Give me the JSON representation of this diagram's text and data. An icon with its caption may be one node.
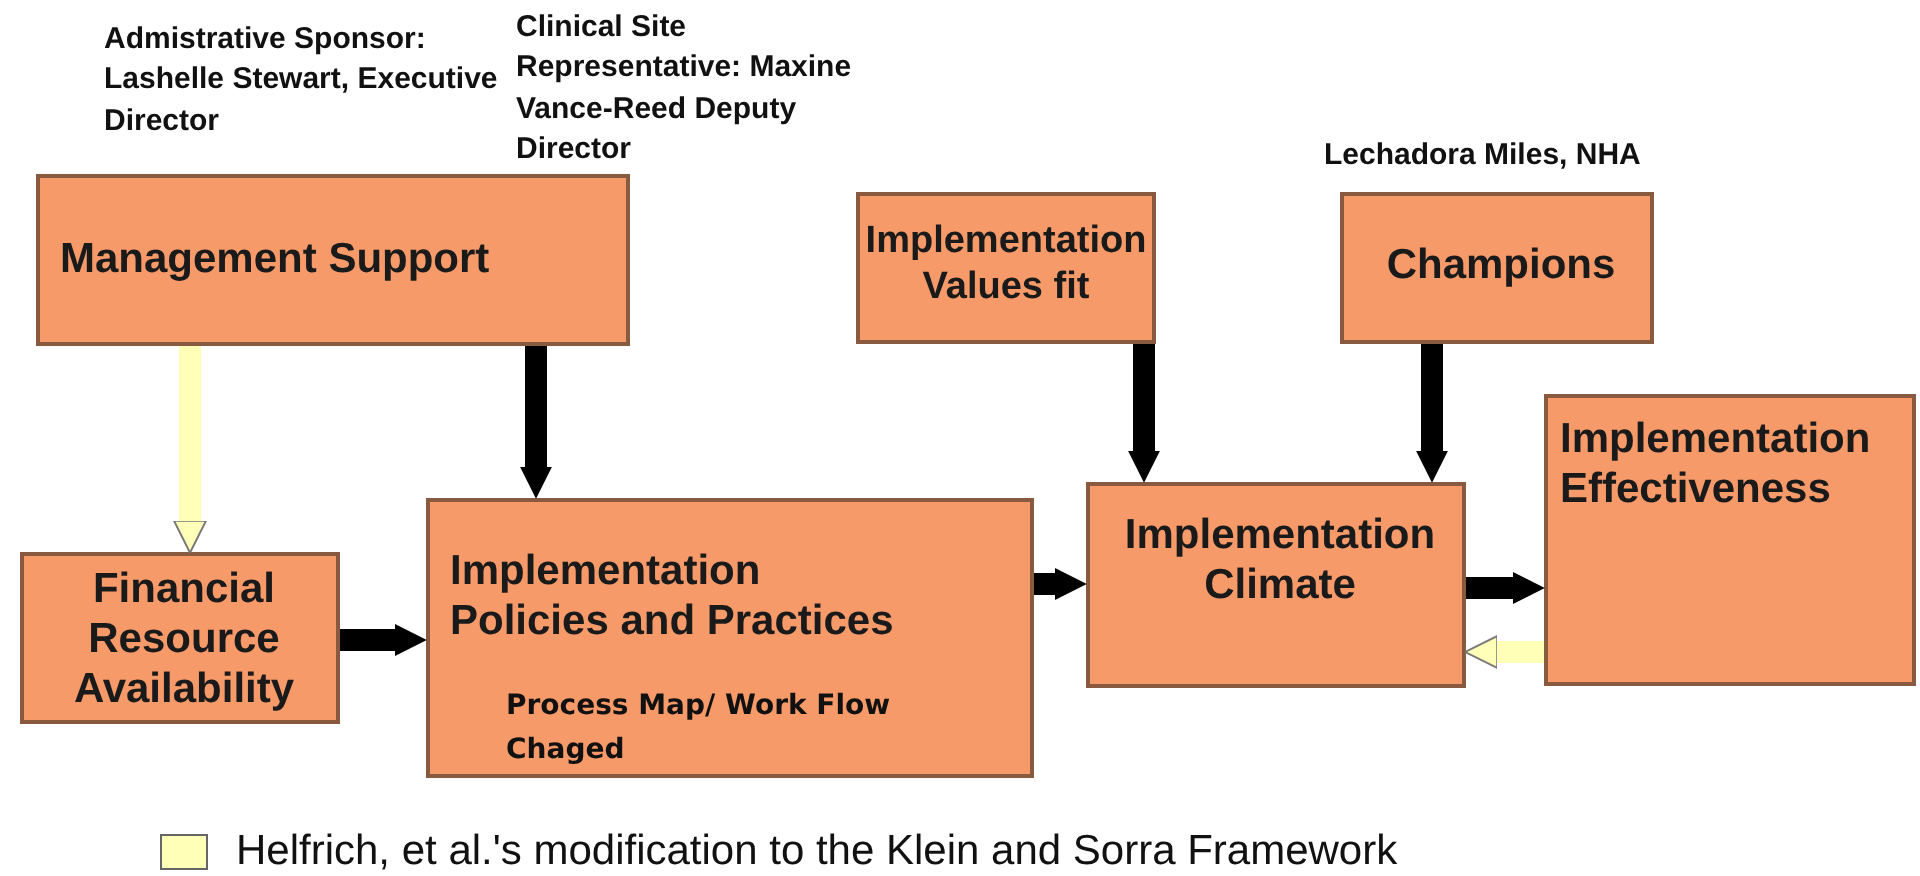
{
  "diagram": {
    "nodes": [
      {
        "text": [
          "Management Support"
        ],
        "beside": [
          "Admistrative Sponsor: Lashelle Stewart, Executive Director",
          "Clinical Site Representative: Maxine Vance-Reed Deputy Director"
        ]
      },
      {
        "text": [
          "Implementation Values fit"
        ]
      },
      {
        "text": [
          "Champions"
        ],
        "beside": [
          "Lechadora Miles, NHA"
        ]
      },
      {
        "text": [
          "Implementation Effectiveness"
        ]
      },
      {
        "text": [
          "Financial Resource Availability"
        ]
      },
      {
        "text": [
          "Implementation Policies and Practices",
          "Process Map/ Work Flow Chaged"
        ]
      },
      {
        "text": [
          "Implementation Climate"
        ]
      }
    ],
    "edges": [
      {
        "from": 0,
        "to": 4,
        "arrow": "to",
        "color": "#ffffb8"
      },
      {
        "from": 0,
        "to": 5,
        "arrow": "to"
      },
      {
        "from": 4,
        "to": 5,
        "arrow": "to"
      },
      {
        "from": 5,
        "to": 6,
        "arrow": "to"
      },
      {
        "from": 1,
        "to": 6,
        "arrow": "to"
      },
      {
        "from": 2,
        "to": 6,
        "arrow": "to"
      },
      {
        "from": 6,
        "to": 3,
        "arrow": "to"
      },
      {
        "from": 3,
        "to": 6,
        "arrow": "to",
        "color": "#ffffb8"
      }
    ],
    "legend": [
      {
        "text": "Helfrich, et al.'s modification to the Klein and Sorra Framework",
        "color": "#ffffb8"
      }
    ]
  }
}
